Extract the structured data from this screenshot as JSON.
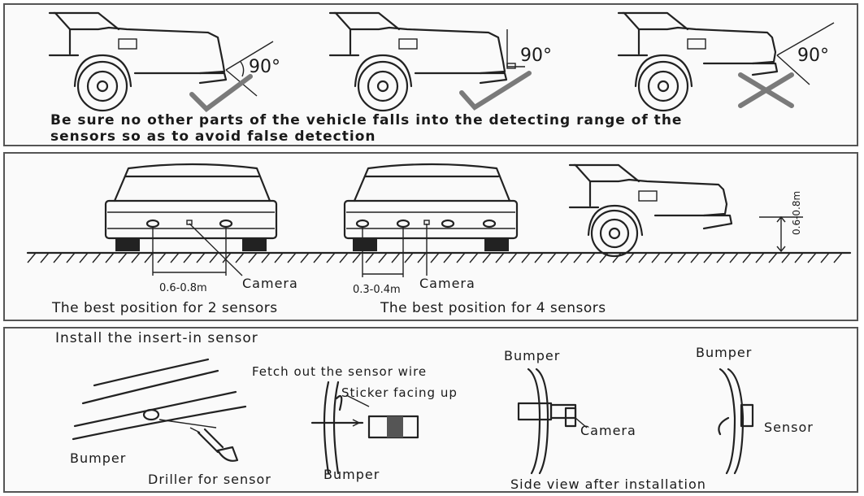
{
  "panel1": {
    "angles": [
      "90°",
      "90°",
      "90°"
    ],
    "note_line1": "Be sure no other parts of the vehicle falls into the detecting range of the",
    "note_line2": "sensors so as to avoid false detection"
  },
  "panel2": {
    "dist_two": "0.6-0.8m",
    "camera_two": "Camera",
    "dist_four": "0.3-0.4m",
    "camera_four": "Camera",
    "height": "0.6-0.8m",
    "caption_two": "The best position for 2 sensors",
    "caption_four": "The best position for 4 sensors"
  },
  "panel3": {
    "title": "Install the insert-in sensor",
    "bumper_left": "Bumper",
    "driller": "Driller for sensor",
    "fetch": "Fetch out the sensor wire",
    "sticker": "Sticker facing up",
    "bumper_mid": "Bumper",
    "bumper_cam": "Bumper",
    "camera": "Camera",
    "bumper_sensor": "Bumper",
    "sensor": "Sensor",
    "side_view": "Side view after installation"
  }
}
